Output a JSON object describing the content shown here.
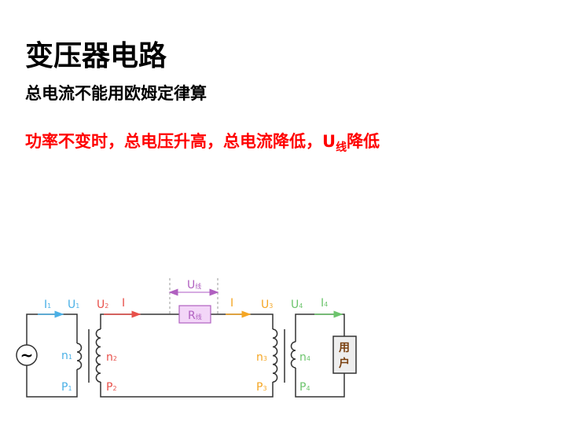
{
  "title": "变压器电路",
  "subtitle": "总电流不能用欧姆定律算",
  "conclusion": {
    "text": "功率不变时，总电压升高，总电流降低，U",
    "sub": "线",
    "tail": "降低"
  },
  "colors": {
    "blue": "#4ab0e6",
    "red": "#e8504a",
    "orange": "#f5a623",
    "green": "#6cc46c",
    "purple": "#b060c0"
  },
  "circuit": {
    "source": "~",
    "I1": "I",
    "I1_sub": "1",
    "U1": "U",
    "U1_sub": "1",
    "U2": "U",
    "U2_sub": "2",
    "I": "I",
    "Uline": "U",
    "Uline_sub": "线",
    "R": "R",
    "R_sub": "线",
    "I_right": "I",
    "U3": "U",
    "U3_sub": "3",
    "U4": "U",
    "U4_sub": "4",
    "I4": "I",
    "I4_sub": "4",
    "n1": "n",
    "n1_sub": "1",
    "P1": "P",
    "P1_sub": "1",
    "n2": "n",
    "n2_sub": "2",
    "P2": "P",
    "P2_sub": "2",
    "n3": "n",
    "n3_sub": "3",
    "P3": "P",
    "P3_sub": "3",
    "n4": "n",
    "n4_sub": "4",
    "P4": "P",
    "P4_sub": "4",
    "user_line1": "用",
    "user_line2": "户"
  }
}
